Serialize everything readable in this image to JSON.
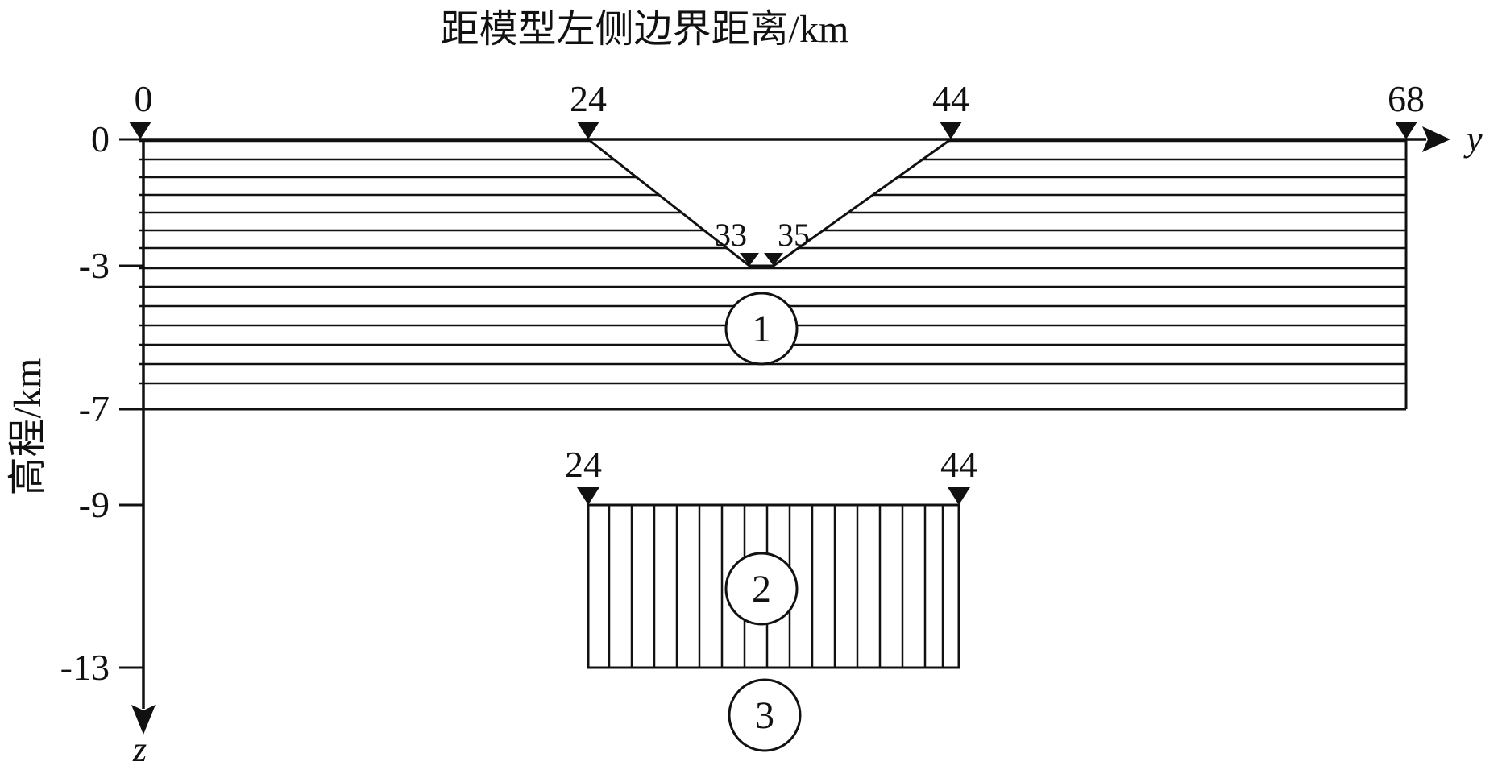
{
  "title": "距模型左侧边界距离/km",
  "y_axis_label": "高程/km",
  "axis_variables": {
    "horizontal": "y",
    "vertical": "z"
  },
  "top_markers": [
    "0",
    "24",
    "44",
    "68"
  ],
  "mid_markers": [
    "33",
    "35"
  ],
  "lower_markers": [
    "24",
    "44"
  ],
  "depth_ticks": [
    "0",
    "-3",
    "-7",
    "-9",
    "-13"
  ],
  "region_labels": [
    "1",
    "2",
    "3"
  ],
  "geometry": {
    "layer1": {
      "x_range_km": [
        0,
        68
      ],
      "depth_km": [
        0,
        -7
      ],
      "valley_top_km": [
        24,
        44
      ],
      "valley_bottom_km": [
        33,
        35
      ],
      "valley_bottom_depth_km": -3,
      "fill_pattern": "horizontal-lines"
    },
    "block2": {
      "x_range_km": [
        24,
        44
      ],
      "depth_km": [
        -9,
        -13
      ],
      "fill_pattern": "vertical-lines"
    },
    "region3": {
      "position": "below-block2"
    }
  },
  "colors": {
    "line": "#111111",
    "background": "#ffffff"
  }
}
